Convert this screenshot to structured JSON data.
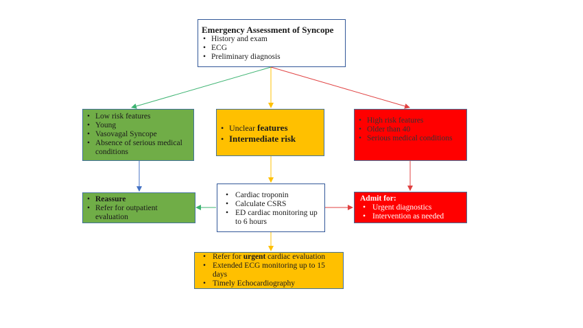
{
  "assessment": {
    "title": "Emergency Assessment of Syncope",
    "items": [
      "History and exam",
      "ECG",
      "Preliminary diagnosis"
    ]
  },
  "low_risk": {
    "items": [
      "Low risk features",
      "Young",
      "Vasovagal Syncope",
      "Absence of serious medical conditions"
    ]
  },
  "unclear": {
    "item1_prefix": "Unclear ",
    "item1_bold": "features",
    "item2": "Intermediate risk"
  },
  "high_risk": {
    "items": [
      "High risk features",
      "Older than 40",
      "Serious medical conditions"
    ]
  },
  "reassure": {
    "item1": "Reassure",
    "item2": "Refer for outpatient evaluation"
  },
  "middle": {
    "items": [
      "Cardiac troponin",
      "Calculate CSRS",
      "ED cardiac monitoring up to 6 hours"
    ]
  },
  "admit": {
    "title": "Admit for:",
    "items": [
      "Urgent diagnostics",
      "Intervention as needed"
    ]
  },
  "urgent": {
    "item1_prefix": "Refer for ",
    "item1_bold": "urgent",
    "item1_suffix": " cardiac evaluation",
    "item2": "Extended ECG monitoring up to 15 days",
    "item3": "Timely Echocardiography"
  },
  "colors": {
    "green_box": "#70ad47",
    "orange_box": "#ffc000",
    "red_box": "#ff0000",
    "green_arrow": "#3cb371",
    "orange_arrow": "#ffc000",
    "red_arrow": "#e04040",
    "blue_arrow": "#4472c4"
  }
}
